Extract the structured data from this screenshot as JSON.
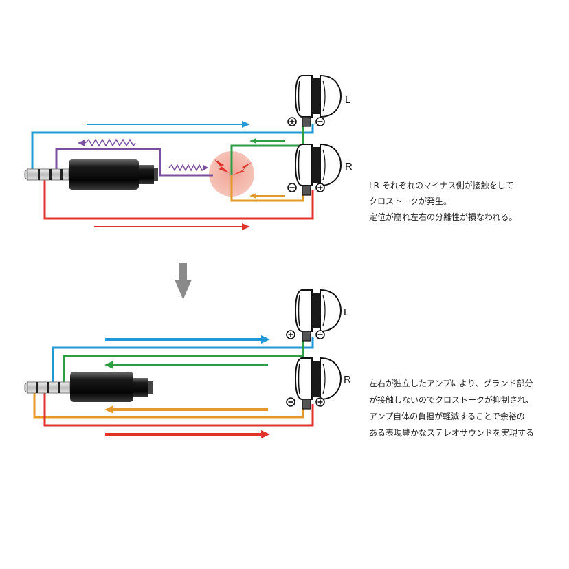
{
  "top_diagram": {
    "label_left": "L",
    "label_right": "R",
    "caption": [
      "LR それぞれのマイナス側が接触をして",
      "クロストークが発生。",
      "定位が崩れ左右の分離性が損なわれる。"
    ]
  },
  "bottom_diagram": {
    "label_left": "L",
    "label_right": "R",
    "caption": [
      "左右が独立したアンプにより、グランド部分",
      "が接触しないのでクロストークが抑制され、",
      "アンプ自体の負担が軽減することで余裕の",
      "ある表現豊かなステレオサウンドを実現する"
    ]
  },
  "colors": {
    "left_signal": "#1f9ad6",
    "right_signal": "#e2332b",
    "left_ground": "#2e9e44",
    "right_ground": "#e39a2a",
    "crosstalk": "#7b4fa0",
    "contact_zone": "#f3b4aa",
    "arrow_down": "#8a8a8a"
  },
  "icons": [
    "stereo-plug-icon",
    "earphone-icon",
    "plus-terminal-icon",
    "minus-terminal-icon",
    "spark-icon",
    "down-arrow-icon"
  ]
}
